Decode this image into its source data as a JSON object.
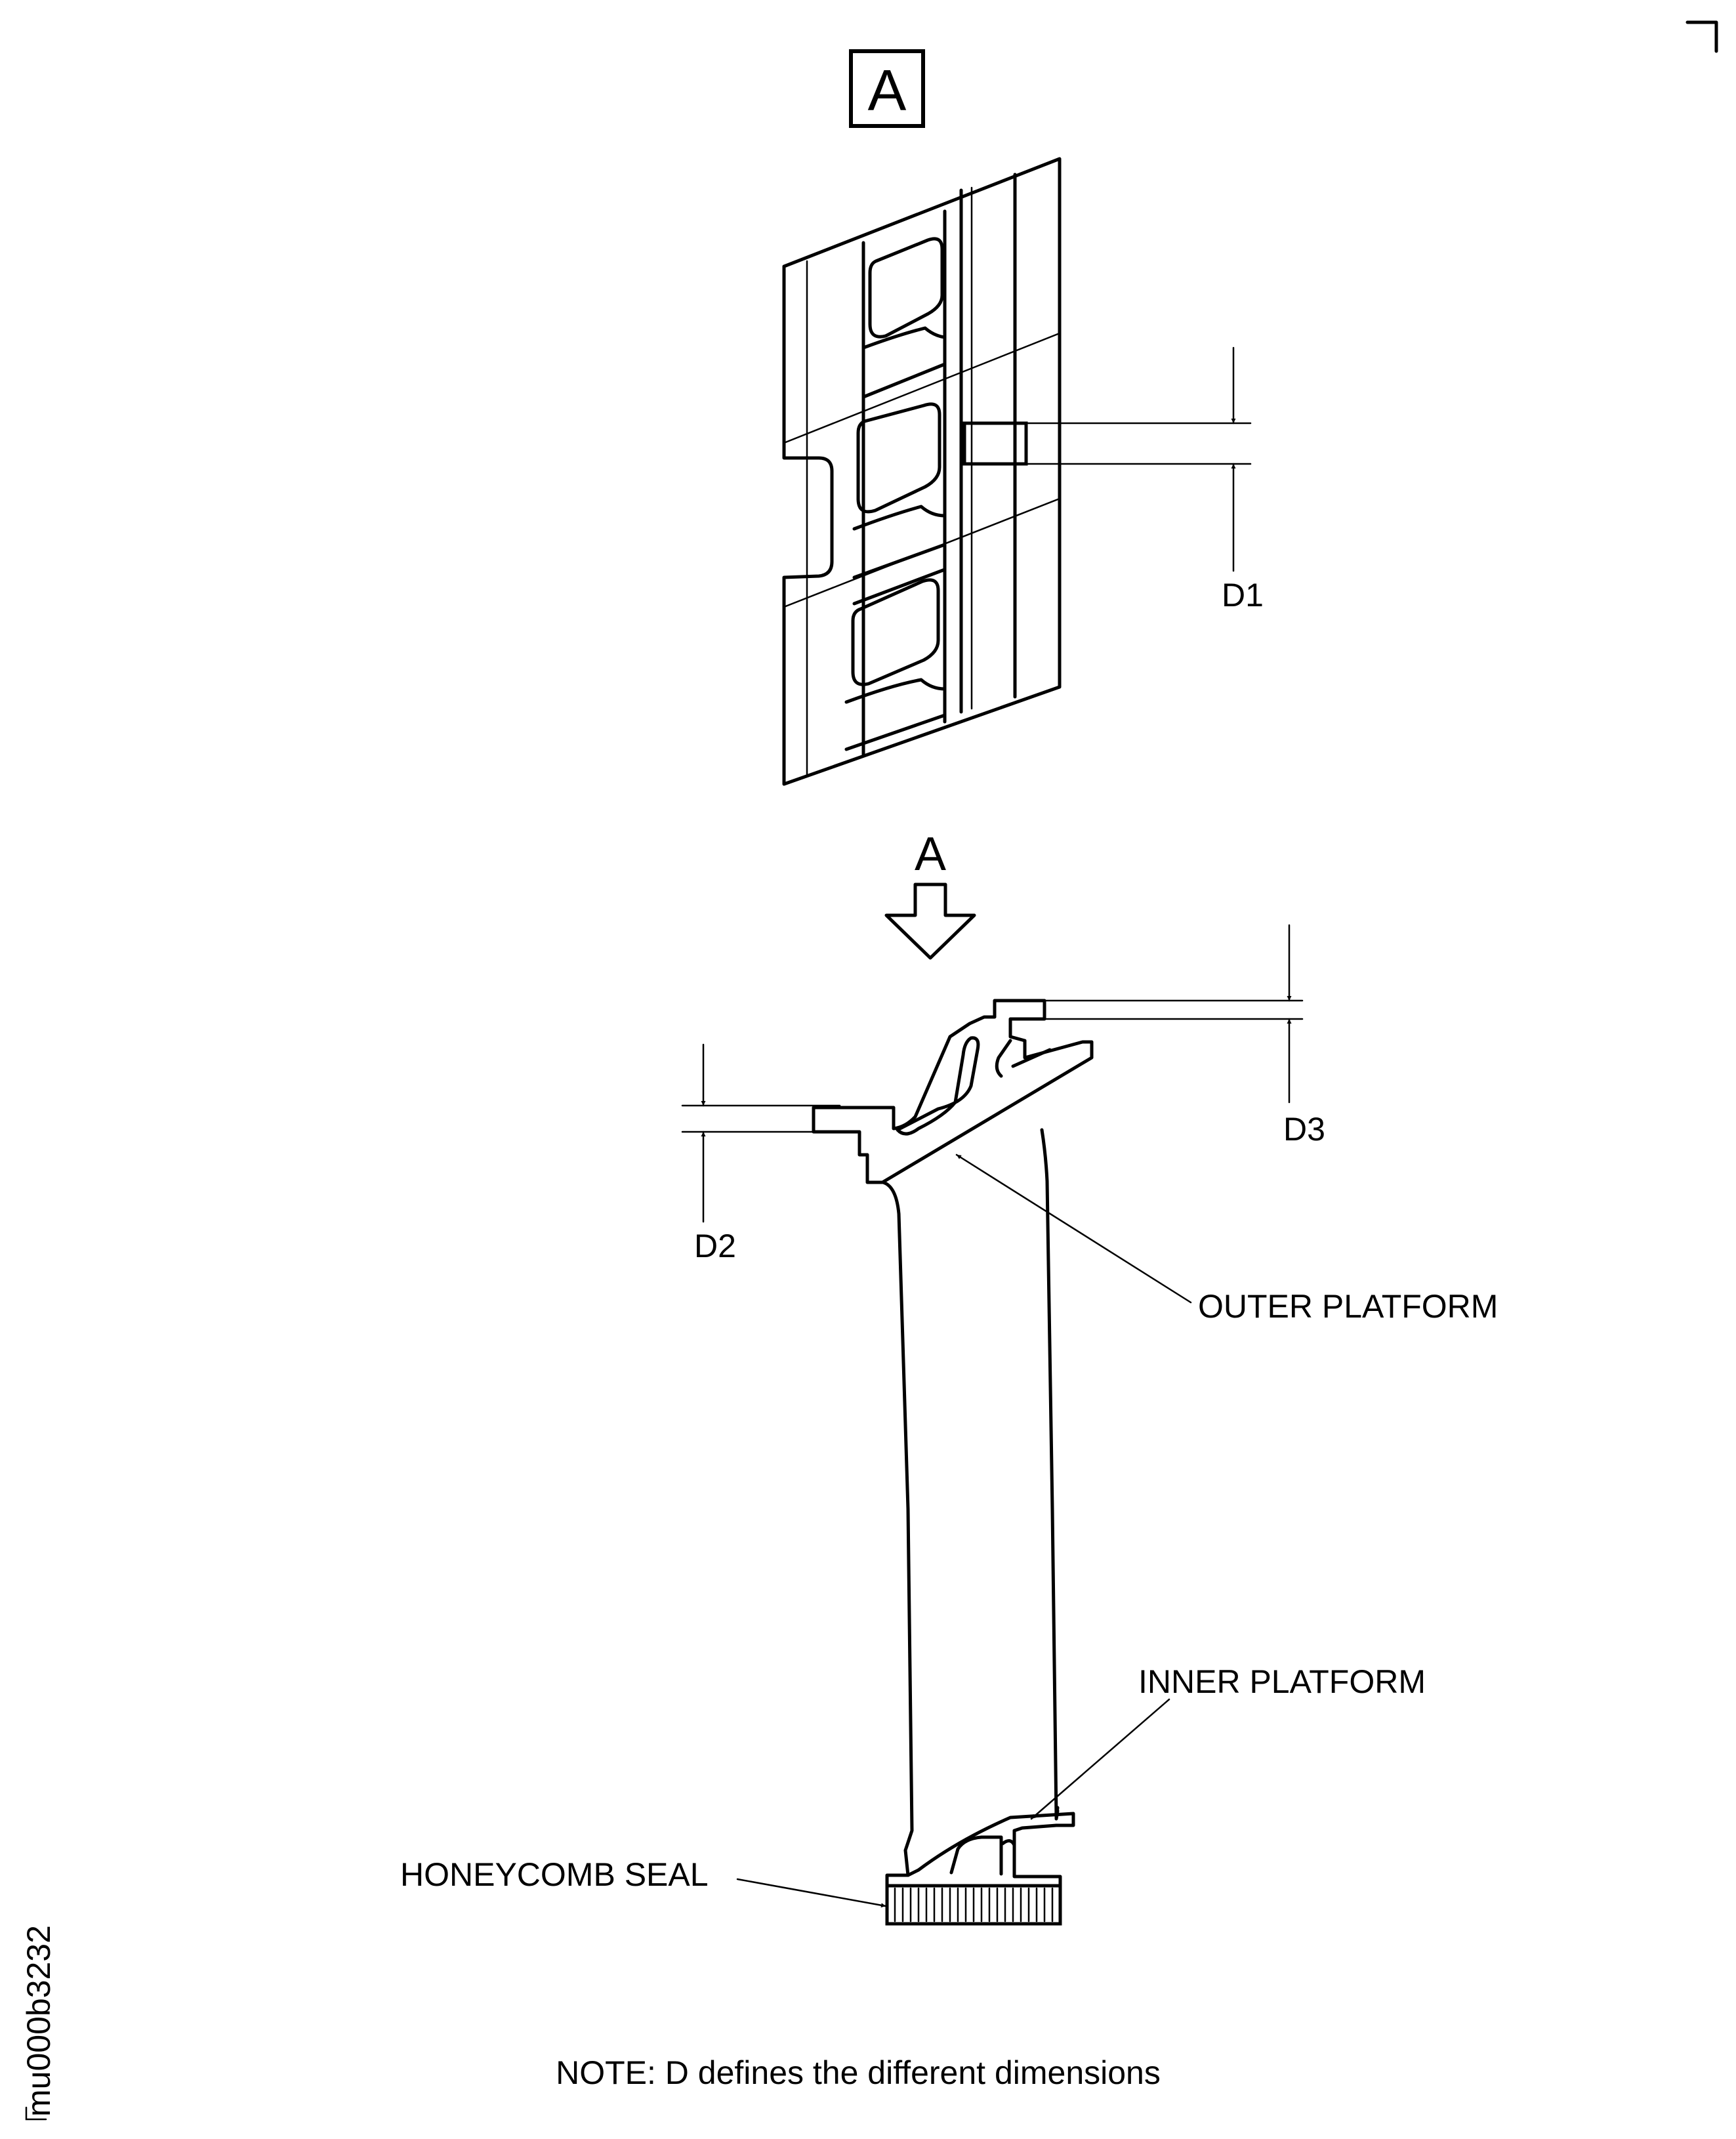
{
  "view_box_label": "A",
  "view_arrow_label": "A",
  "dimensions": {
    "d1": "D1",
    "d2": "D2",
    "d3": "D3"
  },
  "callouts": {
    "outer_platform": "OUTER PLATFORM",
    "inner_platform": "INNER PLATFORM",
    "honeycomb_seal": "HONEYCOMB SEAL"
  },
  "note": "NOTE: D defines the different dimensions",
  "figure_id": "mu000b3232"
}
